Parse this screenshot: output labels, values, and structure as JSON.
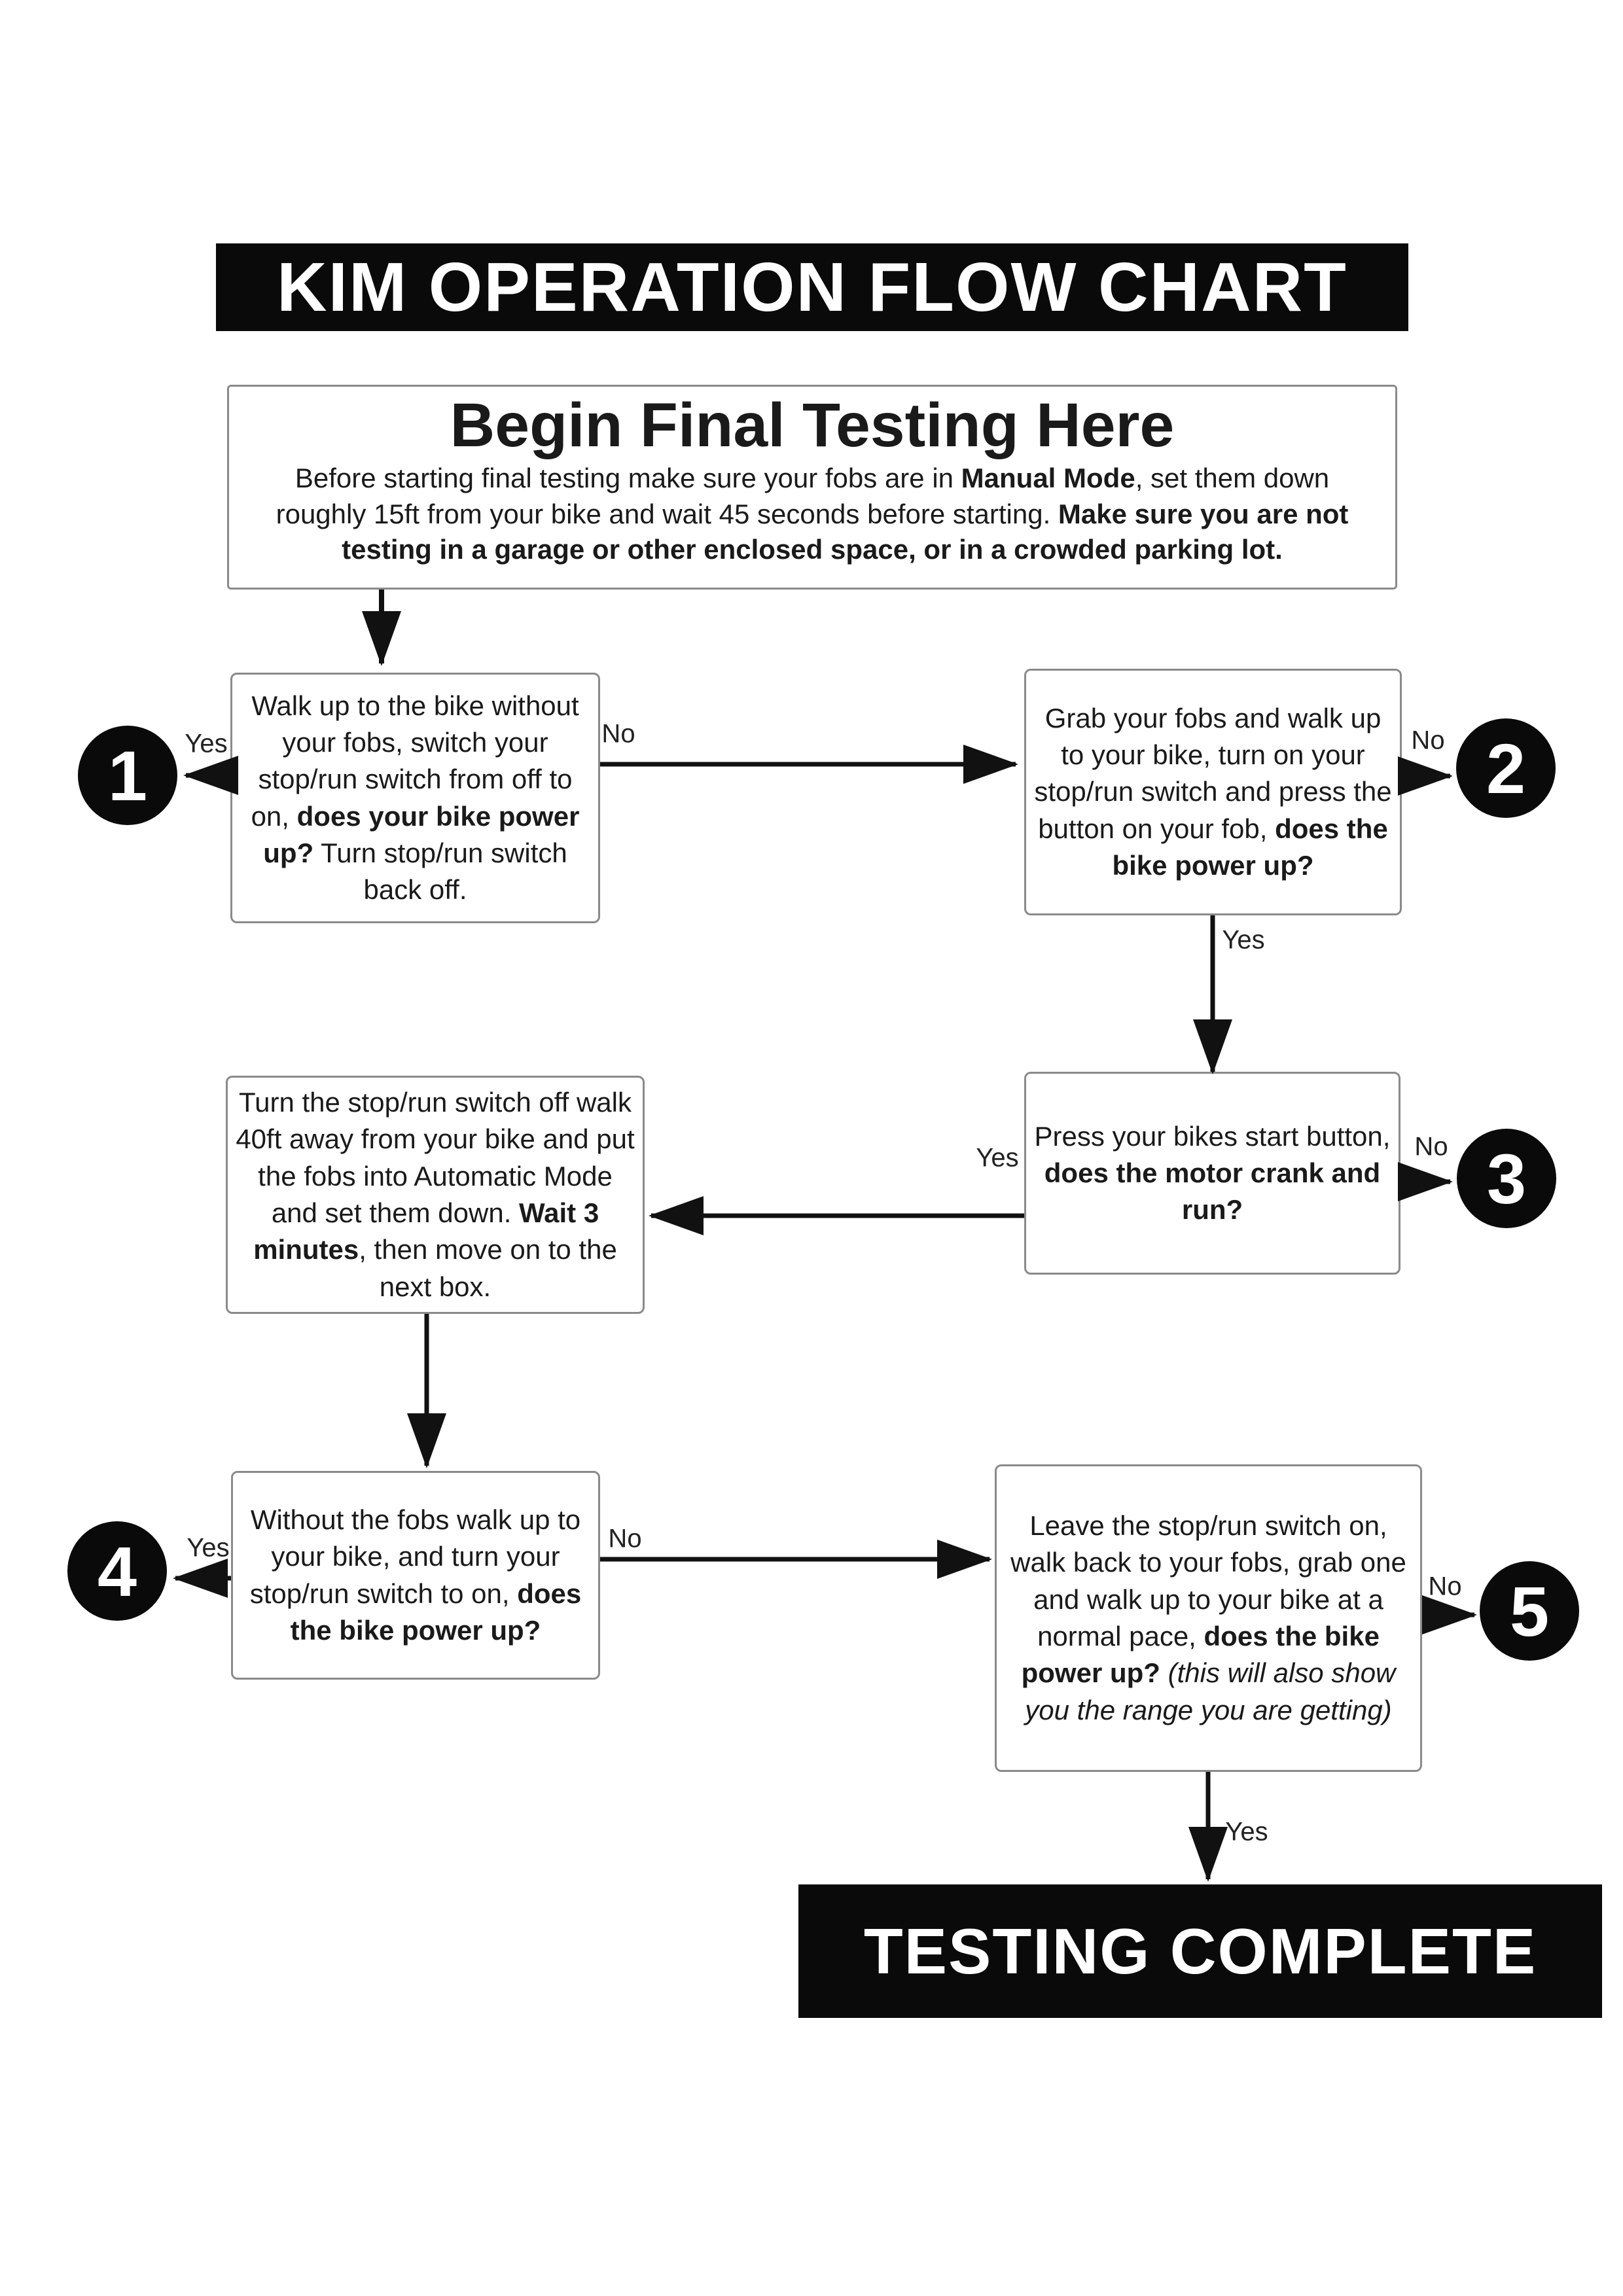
{
  "title_banner": {
    "text": "KIM OPERATION FLOW CHART"
  },
  "intro": {
    "heading": "Begin Final Testing Here",
    "body": [
      {
        "t": "Before starting final testing make sure your fobs are in "
      },
      {
        "t": "Manual Mode",
        "b": true
      },
      {
        "t": ", set them down roughly 15ft from your bike and wait 45 seconds before starting. "
      },
      {
        "t": "Make sure you are not testing in a garage or other enclosed space, or in a crowded parking lot.",
        "b": true
      }
    ]
  },
  "boxes": {
    "walk_no_fobs": {
      "segments": [
        {
          "t": "Walk up to the bike without your fobs, switch your stop/run switch from off to on, "
        },
        {
          "t": "does your bike power up?",
          "b": true
        },
        {
          "t": " Turn stop/run switch back off."
        }
      ]
    },
    "grab_fobs": {
      "segments": [
        {
          "t": "Grab your fobs and walk up to your bike, turn on your stop/run switch and press the button on your fob, "
        },
        {
          "t": "does the bike power up?",
          "b": true
        }
      ]
    },
    "press_start": {
      "segments": [
        {
          "t": "Press your bikes start button, "
        },
        {
          "t": "does the motor crank and run?",
          "b": true
        }
      ]
    },
    "automatic_mode": {
      "segments": [
        {
          "t": "Turn the stop/run switch off walk 40ft away from your bike and put the fobs into Automatic Mode and set them down. "
        },
        {
          "t": "Wait 3 minutes",
          "b": true
        },
        {
          "t": ", then move on to the next box."
        }
      ]
    },
    "without_fobs": {
      "segments": [
        {
          "t": "Without the fobs walk up to your bike, and turn your stop/run switch to on, "
        },
        {
          "t": "does the bike power up?",
          "b": true
        }
      ]
    },
    "leave_switch_on": {
      "segments": [
        {
          "t": "Leave the stop/run switch on, walk back to your fobs, grab one and walk up to your bike at a normal pace, "
        },
        {
          "t": "does the bike power up?",
          "b": true
        },
        {
          "t": " "
        },
        {
          "t": "(this will also show you the range you are getting)",
          "i": true
        }
      ]
    }
  },
  "labels": {
    "a_yes": "Yes",
    "a_no": "No",
    "b_no": "No",
    "b_yes": "Yes",
    "c_yes": "Yes",
    "c_no": "No",
    "e_yes": "Yes",
    "e_no": "No",
    "f_no": "No",
    "f_yes": "Yes"
  },
  "terminals": {
    "t1": "1",
    "t2": "2",
    "t3": "3",
    "t4": "4",
    "t5": "5"
  },
  "complete_banner": {
    "text": "TESTING COMPLETE"
  },
  "colors": {
    "banner_bg": "#0a0a0a",
    "banner_text": "#ffffff",
    "box_border": "#8a8a8a",
    "arrow": "#111111",
    "text": "#1a1a1a"
  }
}
